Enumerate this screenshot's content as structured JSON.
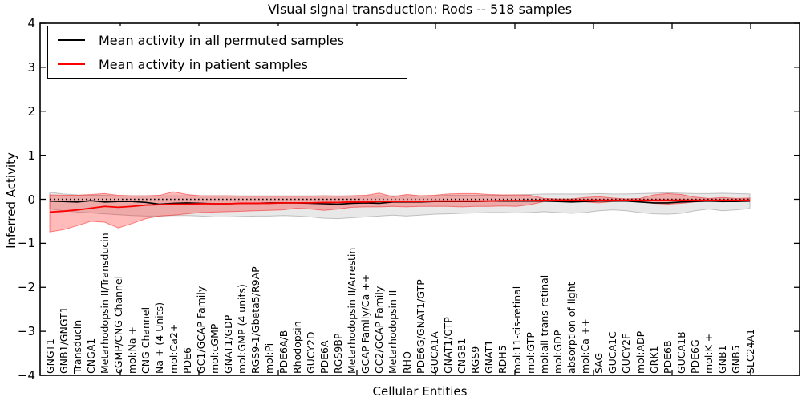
{
  "chart_data": {
    "type": "line",
    "title": "Visual signal transduction: Rods -- 518 samples",
    "xlabel": "Cellular Entities",
    "ylabel": "Inferred Activity",
    "ylim": [
      -4,
      4
    ],
    "yticks": [
      4,
      3,
      2,
      1,
      0,
      -1,
      -2,
      -3,
      -4
    ],
    "grid": false,
    "legend_position": "upper left",
    "reference_line": {
      "y": 0,
      "style": "dotted",
      "color": "#000000"
    },
    "categories": [
      "GNGT1",
      "GNB1/GNGT1",
      "Transducin",
      "CNGA1",
      "Metarhodopsin II/Transducin",
      "cGMP/CNG Channel",
      "mol:Na +",
      "CNG Channel",
      "Na + (4 Units)",
      "mol:Ca2+",
      "PDE6",
      "GC1/GCAP Family",
      "mol:cGMP",
      "GNAT1/GDP",
      "mol:GMP (4 units)",
      "RGS9-1/Gbeta5/R9AP",
      "mol:Pi",
      "PDE6A/B",
      "Rhodopsin",
      "GUCY2D",
      "PDE6A",
      "RGS9BP",
      "Metarhodopsin II/Arrestin",
      "GCAP Family/Ca ++",
      "GC2/GCAP Family",
      "Metarhodopsin II",
      "RHO",
      "PDE6G/GNAT1/GTP",
      "GUCA1A",
      "GNAT1/GTP",
      "CNGB1",
      "RGS9",
      "GNAT1",
      "RDH5",
      "mol:11-cis-retinal",
      "mol:GTP",
      "mol:all-trans-retinal",
      "mol:GDP",
      "absorption of light",
      "mol:Ca ++",
      "SAG",
      "GUCA1C",
      "GUCY2F",
      "mol:ADP",
      "GRK1",
      "PDE6B",
      "GUCA1B",
      "PDE6G",
      "mol:K +",
      "GNB1",
      "GNB5",
      "SLC24A1"
    ],
    "series": [
      {
        "name": "Mean activity in all permuted samples",
        "color": "#000000",
        "band_color": "#808080",
        "values": [
          -0.04,
          -0.05,
          -0.06,
          -0.03,
          -0.06,
          -0.05,
          -0.05,
          -0.07,
          -0.11,
          -0.09,
          -0.08,
          -0.09,
          -0.1,
          -0.1,
          -0.09,
          -0.09,
          -0.08,
          -0.08,
          -0.08,
          -0.09,
          -0.1,
          -0.11,
          -0.09,
          -0.08,
          -0.09,
          -0.06,
          -0.06,
          -0.06,
          -0.05,
          -0.05,
          -0.05,
          -0.05,
          -0.04,
          -0.04,
          -0.04,
          -0.04,
          -0.04,
          -0.05,
          -0.06,
          -0.05,
          -0.04,
          -0.04,
          -0.04,
          -0.06,
          -0.08,
          -0.08,
          -0.06,
          -0.05,
          -0.04,
          -0.05,
          -0.05,
          -0.04
        ],
        "band_upper": [
          0.16,
          0.12,
          0.1,
          0.09,
          0.09,
          0.08,
          0.08,
          0.08,
          0.08,
          0.08,
          0.08,
          0.08,
          0.08,
          0.08,
          0.08,
          0.08,
          0.08,
          0.08,
          0.08,
          0.08,
          0.08,
          0.08,
          0.08,
          0.08,
          0.08,
          0.08,
          0.08,
          0.08,
          0.08,
          0.09,
          0.09,
          0.09,
          0.09,
          0.09,
          0.1,
          0.11,
          0.12,
          0.12,
          0.12,
          0.12,
          0.13,
          0.12,
          0.12,
          0.13,
          0.14,
          0.15,
          0.14,
          0.13,
          0.13,
          0.14,
          0.13,
          0.12
        ],
        "band_lower": [
          -0.22,
          -0.26,
          -0.29,
          -0.31,
          -0.33,
          -0.35,
          -0.37,
          -0.38,
          -0.38,
          -0.37,
          -0.37,
          -0.38,
          -0.4,
          -0.4,
          -0.39,
          -0.38,
          -0.38,
          -0.37,
          -0.38,
          -0.4,
          -0.43,
          -0.44,
          -0.42,
          -0.4,
          -0.38,
          -0.36,
          -0.38,
          -0.36,
          -0.34,
          -0.33,
          -0.32,
          -0.31,
          -0.3,
          -0.3,
          -0.31,
          -0.3,
          -0.28,
          -0.3,
          -0.32,
          -0.3,
          -0.26,
          -0.24,
          -0.26,
          -0.3,
          -0.33,
          -0.34,
          -0.32,
          -0.26,
          -0.22,
          -0.26,
          -0.24,
          -0.21
        ]
      },
      {
        "name": "Mean activity in patient samples",
        "color": "#ff0000",
        "band_color": "#ff0000",
        "values": [
          -0.29,
          -0.27,
          -0.24,
          -0.2,
          -0.16,
          -0.18,
          -0.16,
          -0.13,
          -0.12,
          -0.11,
          -0.11,
          -0.1,
          -0.1,
          -0.1,
          -0.09,
          -0.09,
          -0.09,
          -0.08,
          -0.08,
          -0.08,
          -0.07,
          -0.07,
          -0.06,
          -0.06,
          -0.05,
          -0.05,
          -0.05,
          -0.05,
          -0.04,
          -0.04,
          -0.04,
          -0.04,
          -0.04,
          -0.03,
          -0.03,
          -0.03,
          -0.02,
          -0.02,
          -0.02,
          -0.02,
          -0.02,
          -0.02,
          -0.02,
          -0.02,
          -0.02,
          -0.02,
          -0.02,
          -0.02,
          -0.02,
          -0.02,
          -0.02,
          -0.02
        ],
        "band_upper": [
          0.1,
          0.09,
          0.09,
          0.11,
          0.13,
          0.09,
          0.08,
          0.08,
          0.09,
          0.17,
          0.11,
          0.08,
          0.08,
          0.08,
          0.07,
          0.07,
          0.07,
          0.07,
          0.07,
          0.07,
          0.08,
          0.07,
          0.08,
          0.09,
          0.14,
          0.06,
          0.11,
          0.08,
          0.09,
          0.12,
          0.13,
          0.13,
          0.11,
          0.1,
          0.1,
          0.09,
          0.02,
          0.01,
          0.01,
          0.04,
          0.06,
          0.03,
          0.01,
          0.02,
          0.1,
          0.13,
          0.11,
          0.05,
          0.02,
          0.04,
          0.02,
          0.03
        ],
        "band_lower": [
          -0.74,
          -0.69,
          -0.6,
          -0.5,
          -0.52,
          -0.65,
          -0.55,
          -0.44,
          -0.38,
          -0.36,
          -0.33,
          -0.3,
          -0.29,
          -0.28,
          -0.27,
          -0.26,
          -0.25,
          -0.24,
          -0.2,
          -0.22,
          -0.25,
          -0.22,
          -0.18,
          -0.17,
          -0.17,
          -0.16,
          -0.17,
          -0.16,
          -0.16,
          -0.16,
          -0.17,
          -0.16,
          -0.16,
          -0.15,
          -0.16,
          -0.12,
          -0.05,
          -0.04,
          -0.04,
          -0.06,
          -0.08,
          -0.05,
          -0.04,
          -0.05,
          -0.09,
          -0.11,
          -0.09,
          -0.06,
          -0.04,
          -0.06,
          -0.04,
          -0.05
        ]
      }
    ]
  }
}
